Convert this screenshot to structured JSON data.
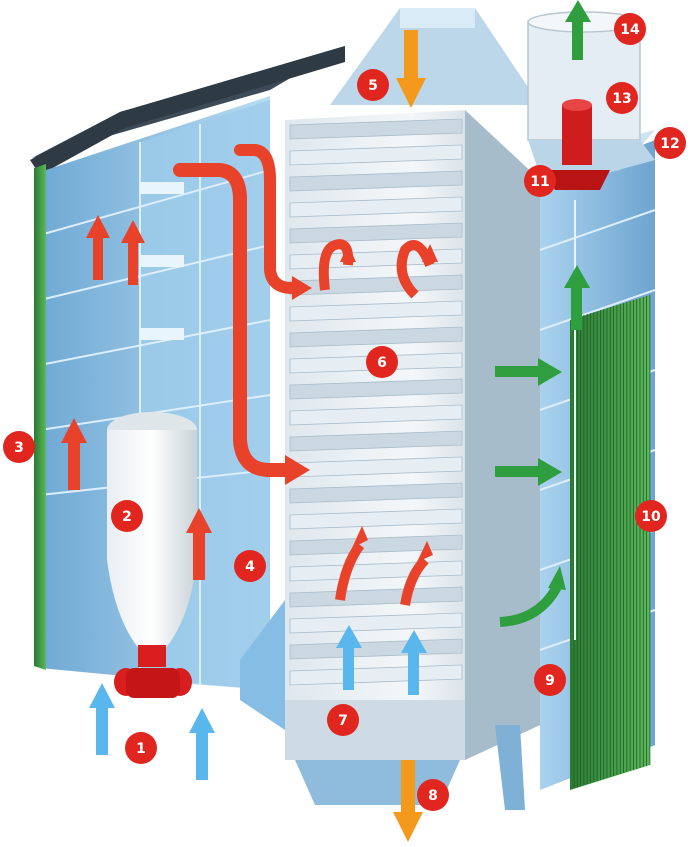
{
  "colors": {
    "hot_air": "#e8432a",
    "cool_air": "#5ab7ee",
    "exhaust_air": "#2f9e3e",
    "grain_flow": "#f39a1c",
    "badge": "#e0261f",
    "panel": "#8fc3e6",
    "roof": "#3c4b57"
  },
  "callouts": [
    {
      "id": "badge-1",
      "label": "1"
    },
    {
      "id": "badge-2",
      "label": "2"
    },
    {
      "id": "badge-3",
      "label": "3"
    },
    {
      "id": "badge-4",
      "label": "4"
    },
    {
      "id": "badge-5",
      "label": "5"
    },
    {
      "id": "badge-6",
      "label": "6"
    },
    {
      "id": "badge-7",
      "label": "7"
    },
    {
      "id": "badge-8",
      "label": "8"
    },
    {
      "id": "badge-9",
      "label": "9"
    },
    {
      "id": "badge-10",
      "label": "10"
    },
    {
      "id": "badge-11",
      "label": "11"
    },
    {
      "id": "badge-12",
      "label": "12"
    },
    {
      "id": "badge-13",
      "label": "13"
    },
    {
      "id": "badge-14",
      "label": "14"
    }
  ]
}
